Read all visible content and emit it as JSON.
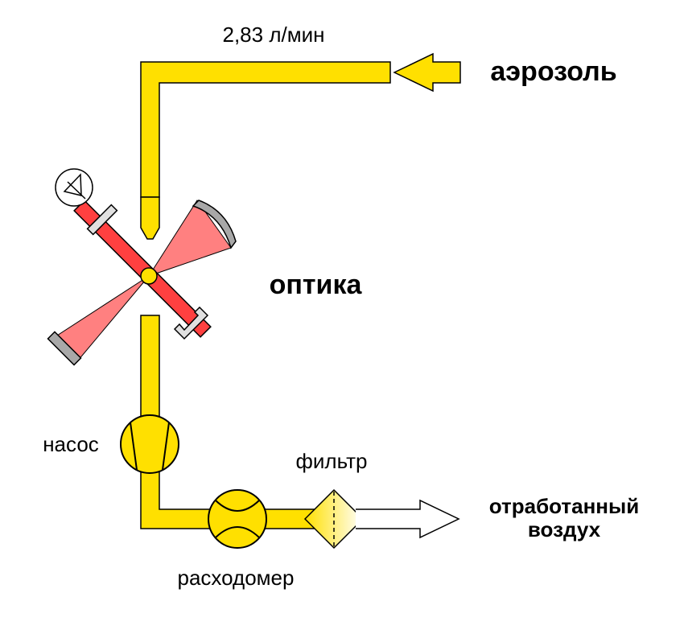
{
  "labels": {
    "flow_rate": "2,83 л/мин",
    "aerosol": "аэрозоль",
    "optics": "оптика",
    "pump": "насос",
    "filter": "фильтр",
    "flowmeter": "расходомер",
    "exhaust_line1": "отработанный",
    "exhaust_line2": "воздух"
  },
  "colors": {
    "pipe_yellow": "#FFE000",
    "laser_red": "#FF4040",
    "beam_pink": "#FF8080",
    "stroke": "#000000",
    "detector_gray": "#A8A8A8"
  }
}
